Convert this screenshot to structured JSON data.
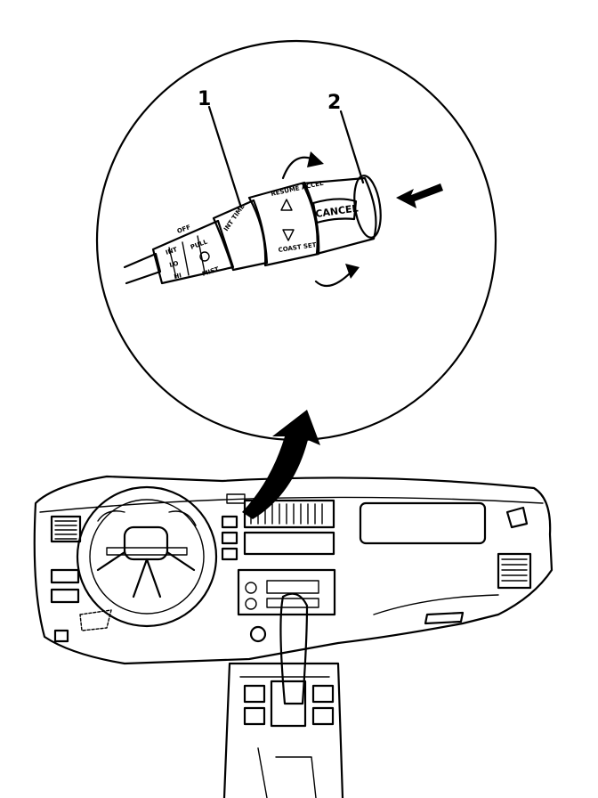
{
  "callouts": {
    "one": "1",
    "two": "2"
  },
  "lever_labels": {
    "cancel": "CANCEL",
    "resume_accel": "RESUME\nACCEL",
    "coast_set": "COAST\nSET",
    "int_time": "INT\nTIME",
    "off": "OFF",
    "int": "INT",
    "lo": "LO",
    "hi": "HI",
    "pull": "PULL",
    "mist": "MIST"
  },
  "colors": {
    "ink": "#000000",
    "paper": "#ffffff"
  }
}
